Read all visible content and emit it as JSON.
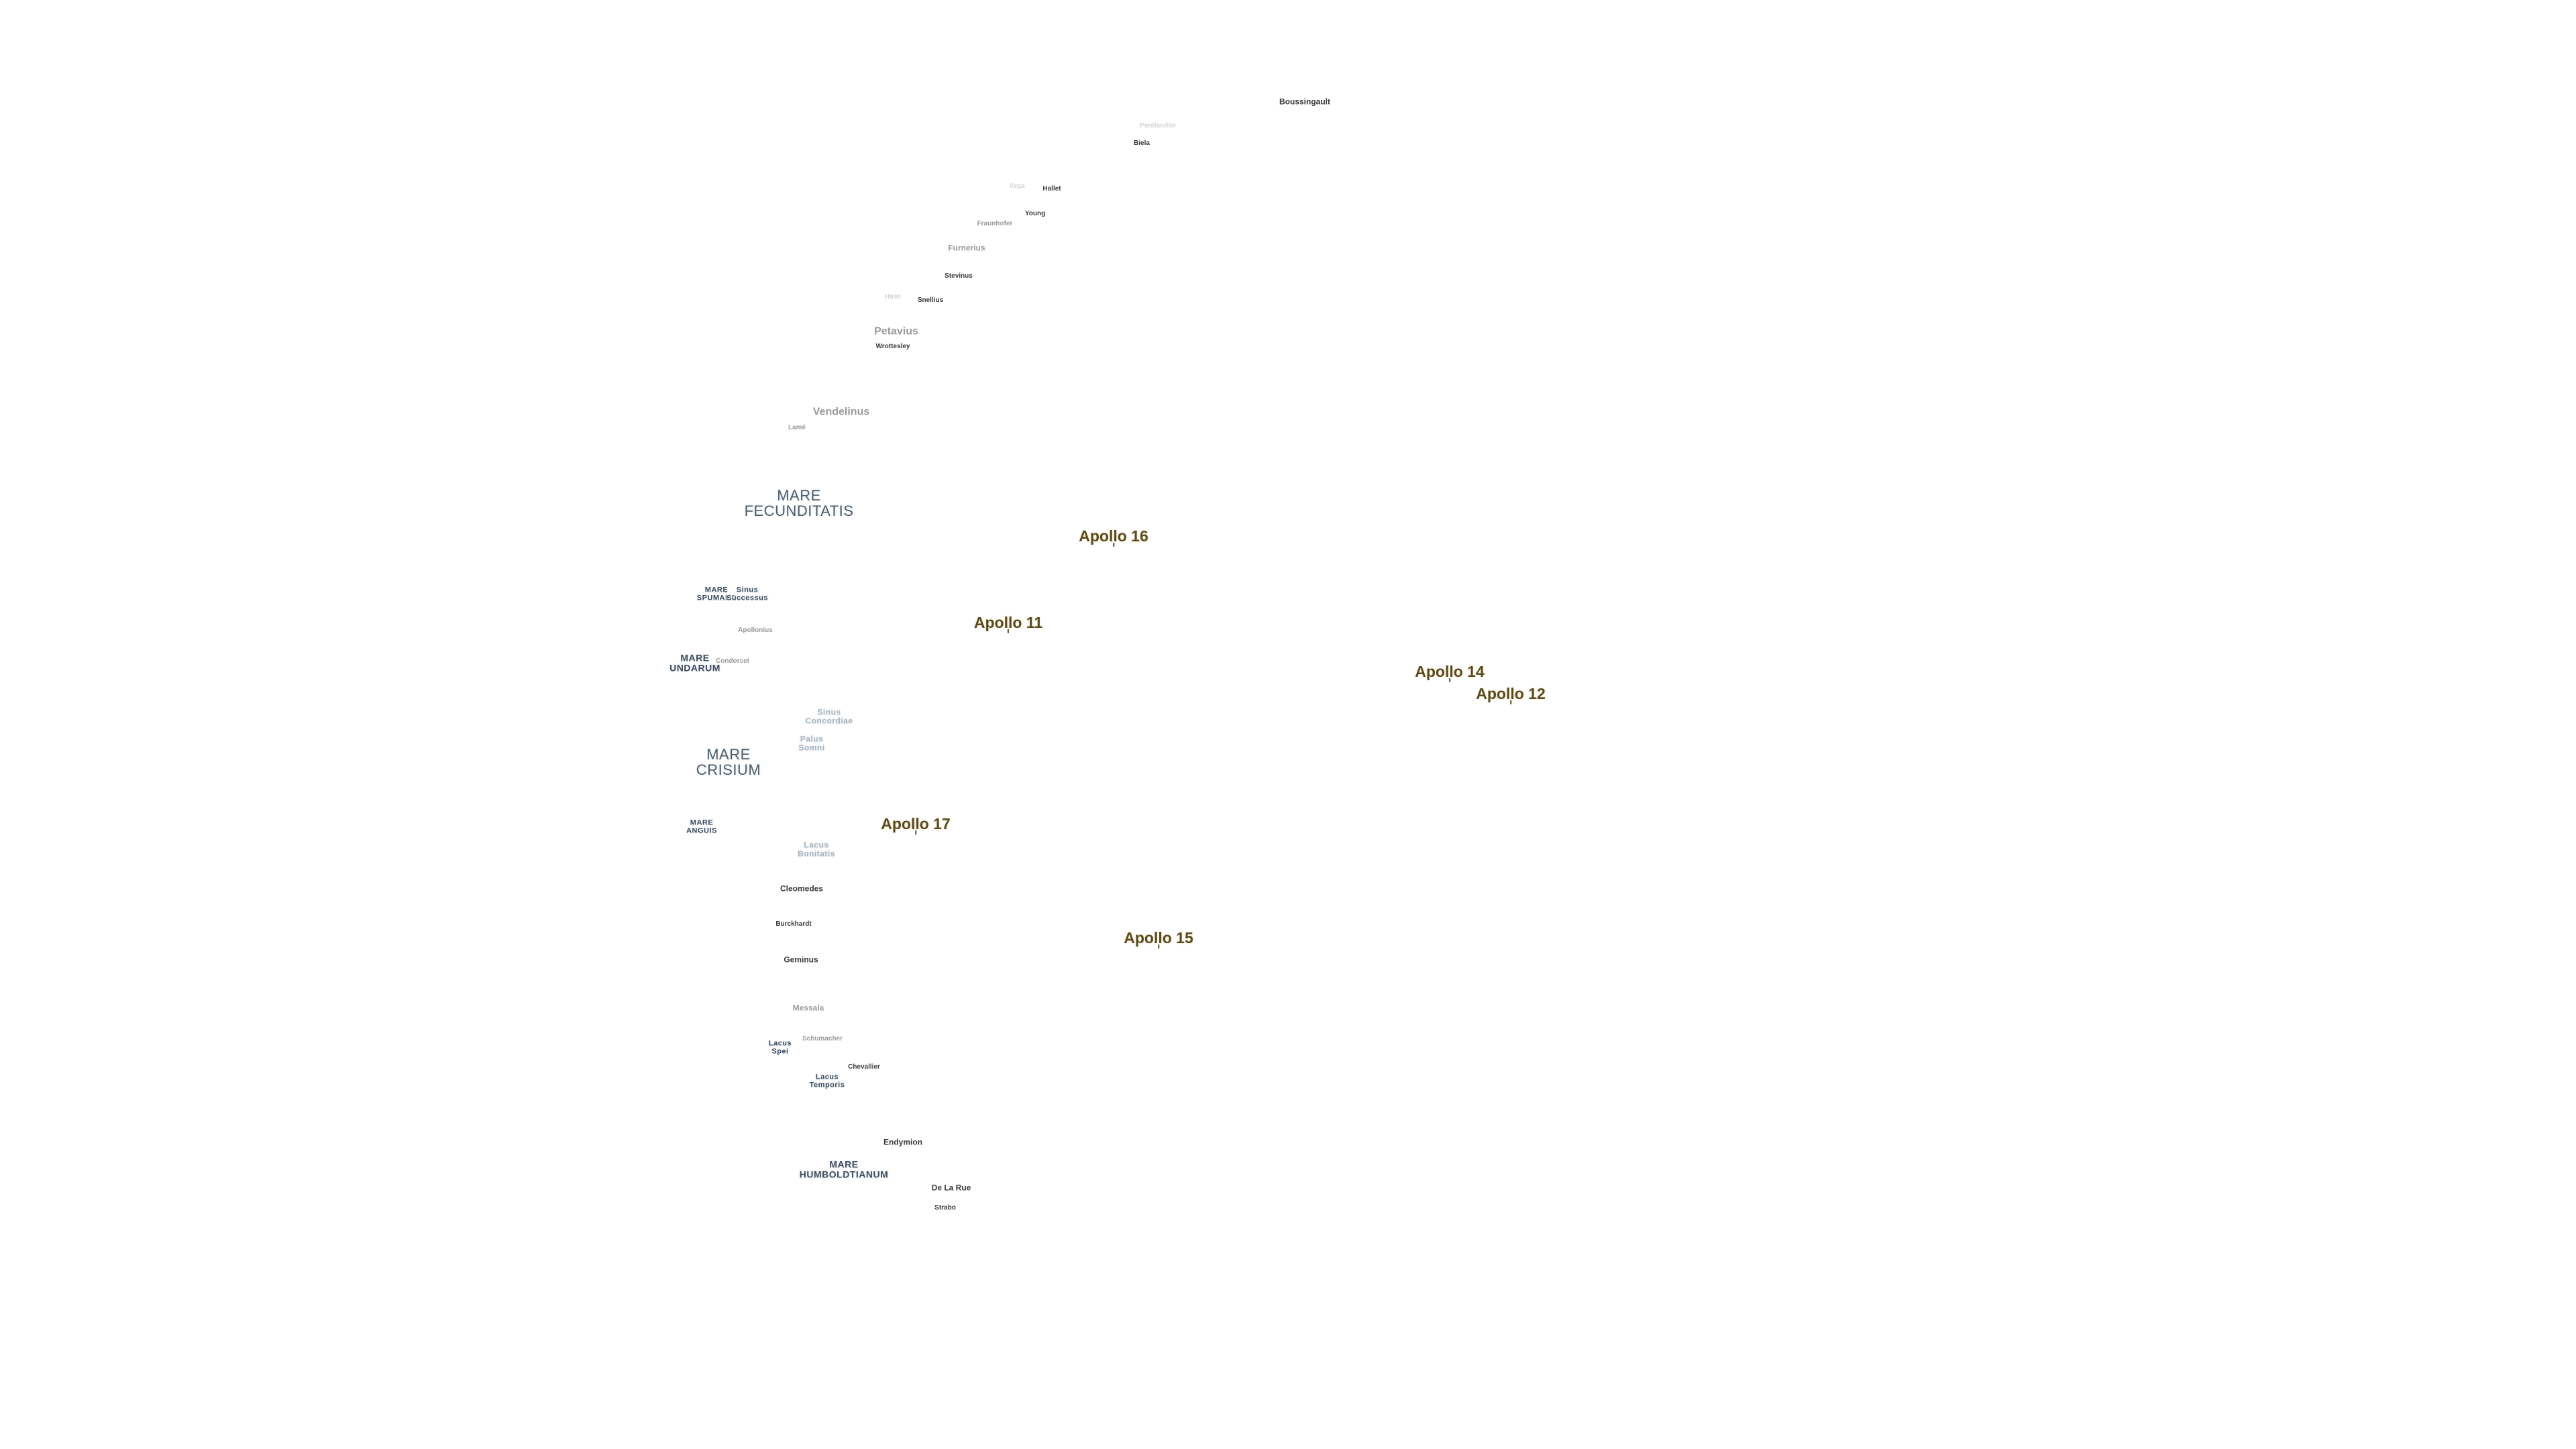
{
  "map": {
    "apollo_sites": [
      {
        "id": "apollo-16",
        "label": "Apollo 16"
      },
      {
        "id": "apollo-11",
        "label": "Apollo 11"
      },
      {
        "id": "apollo-14",
        "label": "Apollo 14"
      },
      {
        "id": "apollo-12",
        "label": "Apollo 12"
      },
      {
        "id": "apollo-17",
        "label": "Apollo 17"
      },
      {
        "id": "apollo-15",
        "label": "Apollo 15"
      }
    ],
    "maria": [
      {
        "id": "fecunditatis",
        "line1": "MARE",
        "line2": "FECUNDITATIS"
      },
      {
        "id": "spumans",
        "line1": "MARE",
        "line2": "SPUMANS"
      },
      {
        "id": "undarum",
        "line1": "MARE",
        "line2": "UNDARUM"
      },
      {
        "id": "crisium",
        "line1": "MARE",
        "line2": "CRISIUM"
      },
      {
        "id": "anguis",
        "line1": "MARE",
        "line2": "ANGUIS"
      },
      {
        "id": "humboldtianum",
        "line1": "MARE",
        "line2": "HUMBOLDTIANUM"
      }
    ],
    "water_features": [
      {
        "id": "sinus-successus",
        "line1": "Sinus",
        "line2": "Successus"
      },
      {
        "id": "sinus-concordiae",
        "line1": "Sinus",
        "line2": "Concordiae"
      },
      {
        "id": "palus-somni",
        "line1": "Palus",
        "line2": "Somni"
      },
      {
        "id": "lacus-bonitatis",
        "line1": "Lacus",
        "line2": "Bonitatis"
      },
      {
        "id": "lacus-spei",
        "line1": "Lacus",
        "line2": "Spei"
      },
      {
        "id": "lacus-temporis",
        "line1": "Lacus",
        "line2": "Temporis"
      }
    ],
    "craters": [
      {
        "id": "boussingault",
        "label": "Boussingault"
      },
      {
        "id": "pentlandite",
        "label": "Pentlandite"
      },
      {
        "id": "biela",
        "label": "Biela"
      },
      {
        "id": "vega",
        "label": "Vega"
      },
      {
        "id": "hallet",
        "label": "Hallet"
      },
      {
        "id": "young",
        "label": "Young"
      },
      {
        "id": "fraunhofer",
        "label": "Fraunhofer"
      },
      {
        "id": "furnerius",
        "label": "Furnerius"
      },
      {
        "id": "stevinus",
        "label": "Stevinus"
      },
      {
        "id": "hase",
        "label": "Hase"
      },
      {
        "id": "snellius",
        "label": "Snellius"
      },
      {
        "id": "petavius",
        "label": "Petavius"
      },
      {
        "id": "wrottesley",
        "label": "Wrottesley"
      },
      {
        "id": "vendelinus",
        "label": "Vendelinus"
      },
      {
        "id": "lame",
        "label": "Lamé"
      },
      {
        "id": "apollonius",
        "label": "Apollonius"
      },
      {
        "id": "condorcet",
        "label": "Condorcet"
      },
      {
        "id": "cleomedes",
        "label": "Cleomedes"
      },
      {
        "id": "burckhardt",
        "label": "Burckhardt"
      },
      {
        "id": "geminus",
        "label": "Geminus"
      },
      {
        "id": "messala",
        "label": "Messala"
      },
      {
        "id": "schumacher",
        "label": "Schumacher"
      },
      {
        "id": "chevallier",
        "label": "Chevallier"
      },
      {
        "id": "endymion",
        "label": "Endymion"
      },
      {
        "id": "de-la-rue",
        "label": "De La Rue"
      },
      {
        "id": "strabo",
        "label": "Strabo"
      }
    ]
  }
}
